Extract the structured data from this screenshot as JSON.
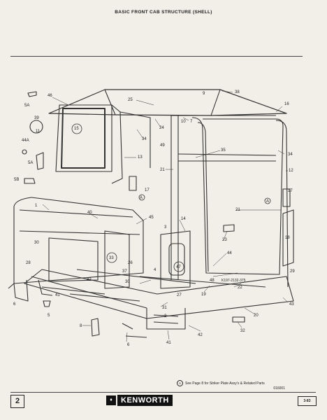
{
  "header": {
    "title": "BASIC FRONT CAB STRUCTURE (SHELL)"
  },
  "callouts": [
    "46",
    "5A",
    "39",
    "11",
    "15",
    "25",
    "9",
    "38",
    "16",
    "10",
    "7",
    "24",
    "34",
    "49",
    "44A",
    "5A",
    "13",
    "35",
    "34",
    "21",
    "12",
    "5B",
    "17",
    "A",
    "17",
    "A",
    "1",
    "40",
    "45",
    "3",
    "14",
    "23",
    "30",
    "28",
    "33",
    "37",
    "26",
    "4",
    "47",
    "44",
    "18",
    "21",
    "29",
    "42",
    "30",
    "48",
    "22",
    "K197-2132-375",
    "43",
    "6",
    "41",
    "5",
    "27",
    "31",
    "19",
    "2",
    "20",
    "8",
    "6",
    "41",
    "42",
    "32"
  ],
  "footnote": {
    "marker": "A",
    "text": "See Page 8 for Striker Plate Assy's & Related Parts"
  },
  "figure_number": "016001",
  "footer": {
    "page_number": "2",
    "brand": "KENWORTH",
    "date_code": "3-83"
  }
}
